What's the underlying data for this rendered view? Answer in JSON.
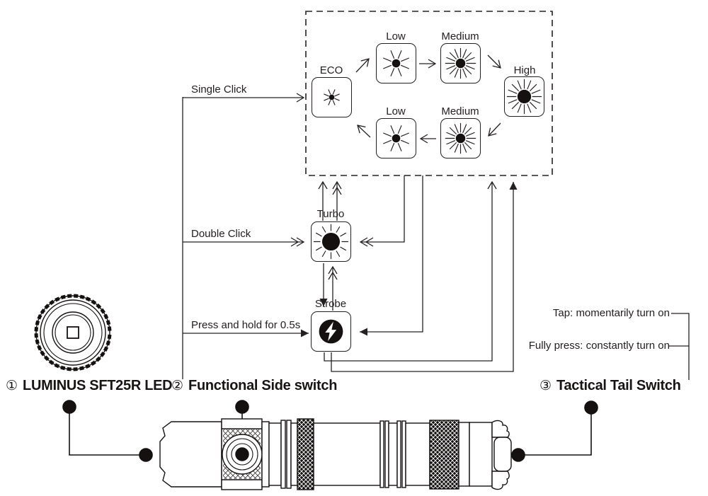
{
  "modes": {
    "eco": "ECO",
    "low_top": "Low",
    "medium_top": "Medium",
    "high": "High",
    "low_bottom": "Low",
    "medium_bottom": "Medium",
    "turbo": "Turbo",
    "strobe": "Strobe"
  },
  "actions": {
    "single_click": "Single Click",
    "double_click": "Double Click",
    "press_and_hold": "Press and hold for 0.5s"
  },
  "tail_switch_notes": {
    "tap": "Tap: momentarily turn on",
    "fully_press": "Fully press: constantly turn on"
  },
  "parts": {
    "led": {
      "number": "①",
      "label": "LUMINUS SFT25R LED"
    },
    "side_switch": {
      "number": "②",
      "label": "Functional Side switch"
    },
    "tail_switch": {
      "number": "③",
      "label": "Tactical Tail Switch"
    }
  },
  "icons": {
    "eco": "starburst-tiny",
    "low": "starburst-small",
    "medium": "starburst-medium",
    "high": "starburst-large",
    "turbo": "starburst-max-filled",
    "strobe": "lightning-bolt-circle"
  },
  "colors": {
    "ink": "#242021",
    "background": "#ffffff"
  }
}
